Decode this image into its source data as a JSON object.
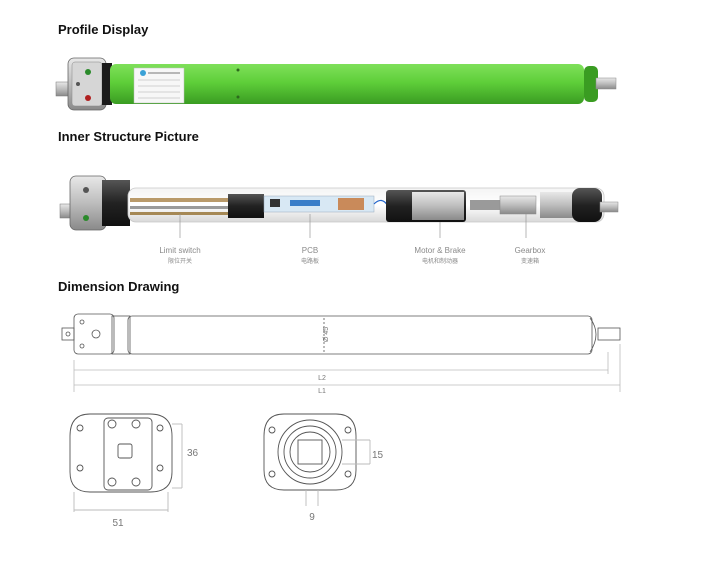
{
  "sections": {
    "profile": "Profile Display",
    "inner": "Inner Structure Picture",
    "dimension": "Dimension Drawing"
  },
  "inner_labels": [
    {
      "en": "Limit switch",
      "cn": "限位开关"
    },
    {
      "en": "PCB",
      "cn": "电路板"
    },
    {
      "en": "Motor & Brake",
      "cn": "电机和制动器"
    },
    {
      "en": "Gearbox",
      "cn": "变速箱"
    }
  ],
  "dimensions": {
    "diameter": "Ø 45",
    "l2": "L2",
    "l1": "L1",
    "h_left": "36",
    "w_left": "51",
    "h_right": "15",
    "w_right": "9"
  },
  "colors": {
    "tube": "#5fcf3a",
    "tube_dark": "#3fa826",
    "metal": "#b8b8b8"
  }
}
